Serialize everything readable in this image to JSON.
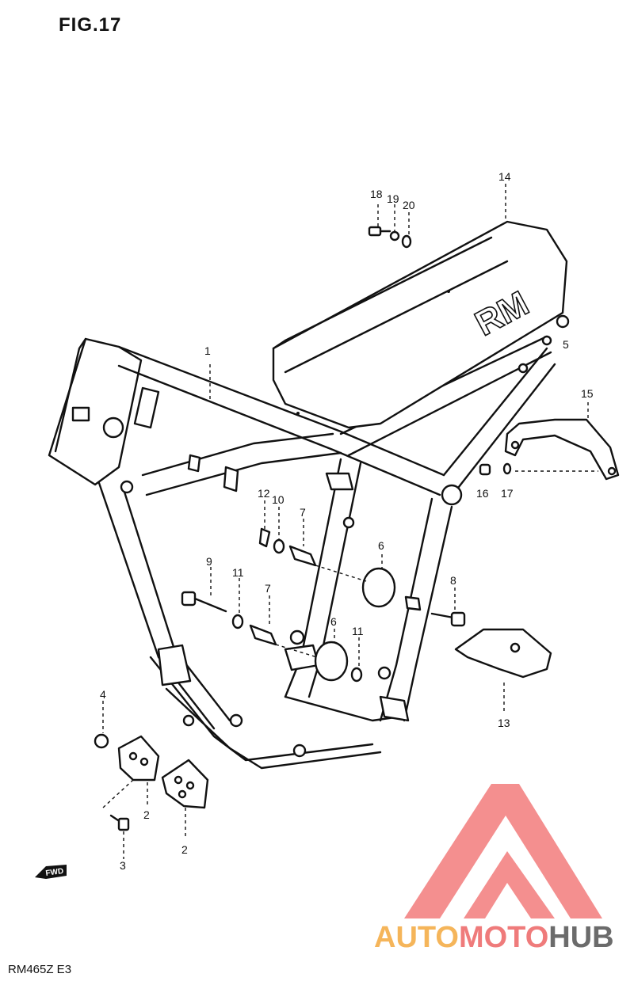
{
  "figure": {
    "title": "FIG.17",
    "model_code": "RM465Z E3"
  },
  "direction_marker": {
    "text": "FWD",
    "icon": "forward-arrow-icon"
  },
  "part_labels": [
    {
      "id": "1",
      "text": "1"
    },
    {
      "id": "2a",
      "text": "2"
    },
    {
      "id": "2b",
      "text": "2"
    },
    {
      "id": "3",
      "text": "3"
    },
    {
      "id": "4",
      "text": "4"
    },
    {
      "id": "5",
      "text": "5"
    },
    {
      "id": "6a",
      "text": "6"
    },
    {
      "id": "6b",
      "text": "6"
    },
    {
      "id": "7a",
      "text": "7"
    },
    {
      "id": "7b",
      "text": "7"
    },
    {
      "id": "8",
      "text": "8"
    },
    {
      "id": "9",
      "text": "9"
    },
    {
      "id": "10",
      "text": "10"
    },
    {
      "id": "11a",
      "text": "11"
    },
    {
      "id": "11b",
      "text": "11"
    },
    {
      "id": "12",
      "text": "12"
    },
    {
      "id": "13",
      "text": "13"
    },
    {
      "id": "14",
      "text": "14"
    },
    {
      "id": "15",
      "text": "15"
    },
    {
      "id": "16",
      "text": "16"
    },
    {
      "id": "17",
      "text": "17"
    },
    {
      "id": "18",
      "text": "18"
    },
    {
      "id": "19",
      "text": "19"
    },
    {
      "id": "20",
      "text": "20"
    }
  ],
  "seat_logo": "RM",
  "watermark": {
    "part1": "AUTO",
    "part2": "MOTO",
    "part3": "HUB",
    "color1": "#f5b55a",
    "color2": "#ef7b7b",
    "color3": "#6b6b6b"
  },
  "colors": {
    "ink": "#111111",
    "background": "#ffffff",
    "watermark_red": "#f27b7b"
  }
}
